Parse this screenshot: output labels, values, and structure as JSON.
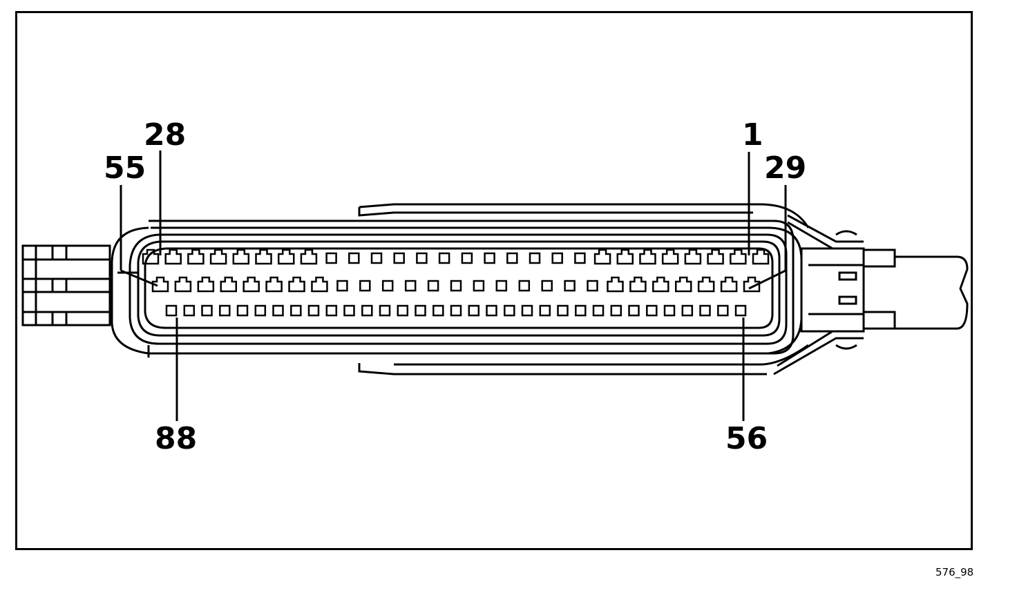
{
  "figure": {
    "id": "576_98"
  },
  "connector": {
    "rows": [
      {
        "name": "top",
        "first_pin": 28,
        "last_pin": 1,
        "pin_count": 28
      },
      {
        "name": "middle",
        "first_pin": 55,
        "last_pin": 29,
        "pin_count": 27
      },
      {
        "name": "bottom",
        "first_pin": 88,
        "last_pin": 56,
        "pin_count": 33
      }
    ],
    "labels": {
      "pin_28": "28",
      "pin_55": "55",
      "pin_1": "1",
      "pin_29": "29",
      "pin_88": "88",
      "pin_56": "56"
    }
  }
}
